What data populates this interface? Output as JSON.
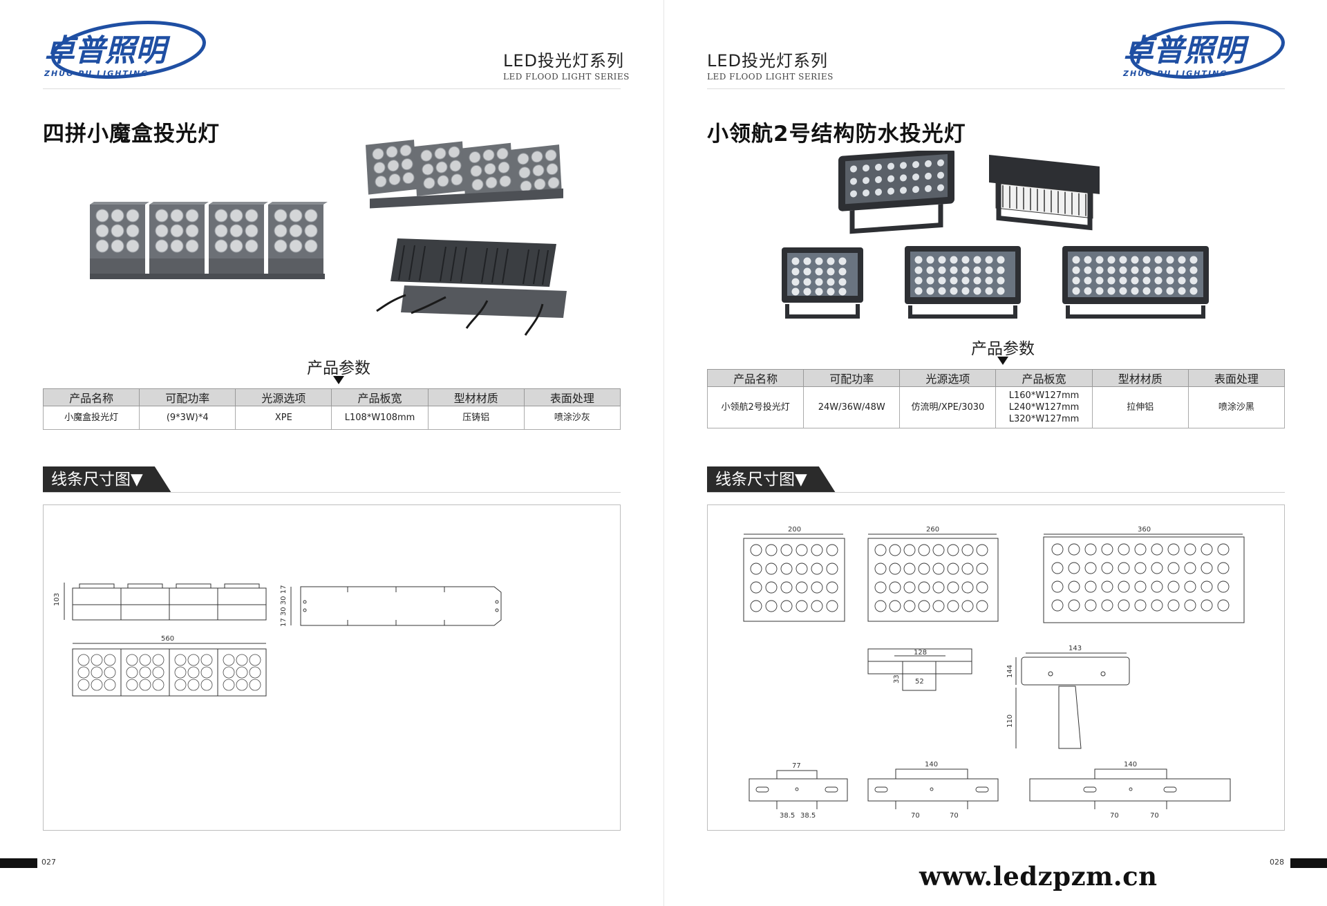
{
  "brand": {
    "name_cn": "卓普照明",
    "name_en": "ZHUO PU LIGHTING",
    "color": "#1f4fa3"
  },
  "header": {
    "series_cn": "LED投光灯系列",
    "series_en": "LED FLOOD LIGHT SERIES"
  },
  "left": {
    "title": "四拼小魔盒投光灯",
    "params_label": "产品参数",
    "table": {
      "headers": [
        "产品名称",
        "可配功率",
        "光源选项",
        "产品板宽",
        "型材材质",
        "表面处理"
      ],
      "row": [
        "小魔盒投光灯",
        "(9*3W)*4",
        "XPE",
        "L108*W108mm",
        "压铸铝",
        "喷涂沙灰"
      ]
    },
    "section_label": "线条尺寸图▼",
    "dims": {
      "height": "103",
      "side": "17 30 30 17",
      "width": "560"
    },
    "page_no": "027"
  },
  "right": {
    "title": "小领航2号结构防水投光灯",
    "params_label": "产品参数",
    "table": {
      "headers": [
        "产品名称",
        "可配功率",
        "光源选项",
        "产品板宽",
        "型材材质",
        "表面处理"
      ],
      "row": [
        "小领航2号投光灯",
        "24W/36W/48W",
        "仿流明/XPE/3030",
        [
          "L160*W127mm",
          "L240*W127mm",
          "L320*W127mm"
        ],
        "拉伸铝",
        "喷涂沙黑"
      ]
    },
    "section_label": "线条尺寸图▼",
    "dims": {
      "front_widths": [
        "200",
        "260",
        "360"
      ],
      "profile_width": "128",
      "profile_inner": "52",
      "profile_h": "33",
      "bracket_width": "143",
      "bracket_h1": "144",
      "bracket_h2": "110",
      "mount_widths": [
        "77",
        "140",
        "140"
      ],
      "mount_a": [
        "38.5",
        "38.5"
      ],
      "mount_b": [
        "70",
        "70"
      ],
      "mount_c": [
        "70",
        "70"
      ]
    },
    "page_no": "028"
  },
  "website": "www.ledzpzm.cn"
}
